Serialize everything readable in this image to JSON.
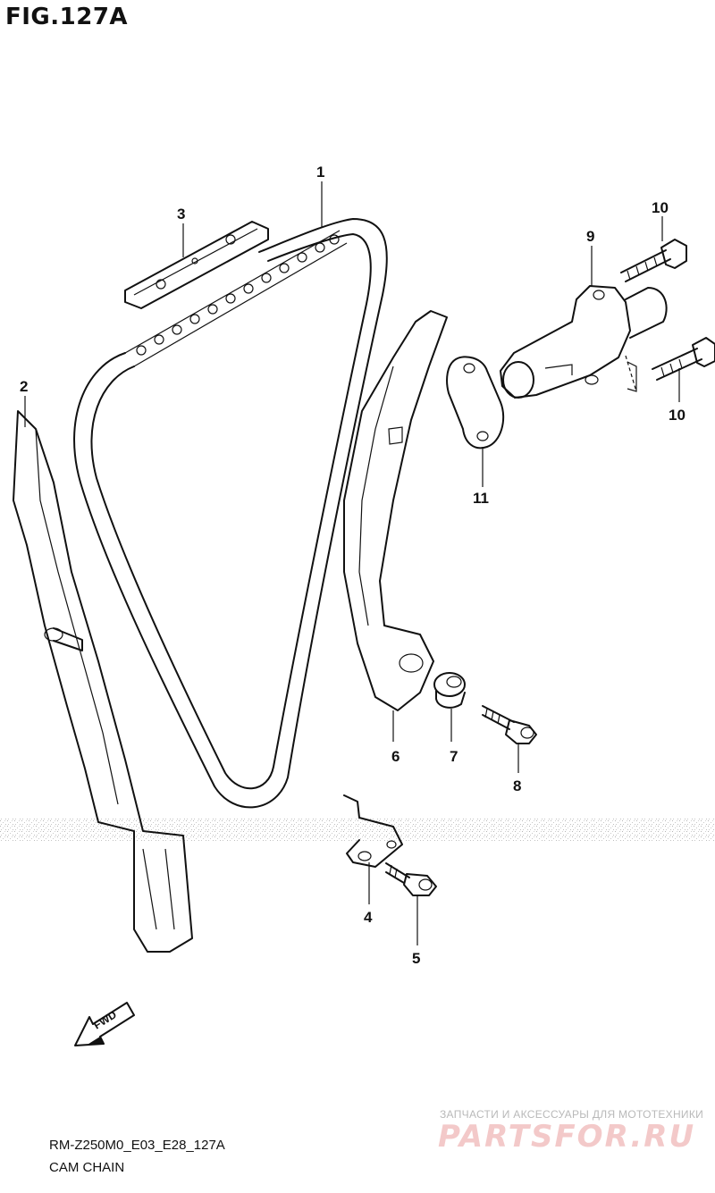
{
  "figure": {
    "title": "FIG.127A"
  },
  "callouts": [
    {
      "id": "c1",
      "label": "1"
    },
    {
      "id": "c2",
      "label": "2"
    },
    {
      "id": "c3",
      "label": "3"
    },
    {
      "id": "c4",
      "label": "4"
    },
    {
      "id": "c5",
      "label": "5"
    },
    {
      "id": "c6",
      "label": "6"
    },
    {
      "id": "c7",
      "label": "7"
    },
    {
      "id": "c8",
      "label": "8"
    },
    {
      "id": "c9",
      "label": "9"
    },
    {
      "id": "c10a",
      "label": "10"
    },
    {
      "id": "c10b",
      "label": "10"
    },
    {
      "id": "c11",
      "label": "11"
    }
  ],
  "fwd_label": "FWD",
  "footer": {
    "code": "RM-Z250M0_E03_E28_127A",
    "caption": "CAM CHAIN"
  },
  "watermark": {
    "tagline": "ЗАПЧАСТИ И АКСЕССУАРЫ ДЛЯ МОТОТЕХНИКИ",
    "logo": "PARTSFOR.RU"
  }
}
